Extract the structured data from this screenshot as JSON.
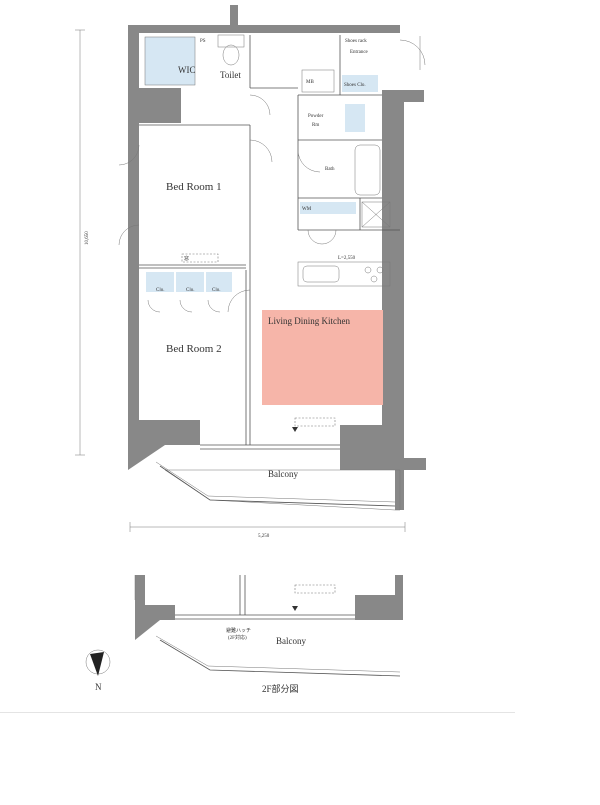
{
  "rooms": {
    "wic": "WIC",
    "toilet": "Toilet",
    "shoes_rack": "Shoes rack",
    "entrance": "Entrance",
    "shoes_cl": "Shoes Clo.",
    "powder": "Powder",
    "powder_rm": "Rm",
    "bath": "Bath",
    "bed1": "Bed Room 1",
    "bed2": "Bed Room 2",
    "ldk": "Living Dining Kitchen",
    "clo1": "Clo.",
    "clo2": "Clo.",
    "clo3": "Clo.",
    "balcony": "Balcony",
    "balcony_2f": "Balcony",
    "ps": "PS",
    "mb": "MB",
    "wm": "WM",
    "kitchen_len": "L=2,550",
    "shoji": "窓",
    "sliding_2f": "避難ハッチ",
    "sliding_2f_b": "(2F対応)"
  },
  "dimensions": {
    "height": "10,650",
    "width": "5,250"
  },
  "labels": {
    "floor_2f": "2F部分図",
    "north": "N"
  },
  "colors": {
    "closet": "#d6e7f3",
    "ldk": "#f6b5a9",
    "wall": "#888888"
  }
}
